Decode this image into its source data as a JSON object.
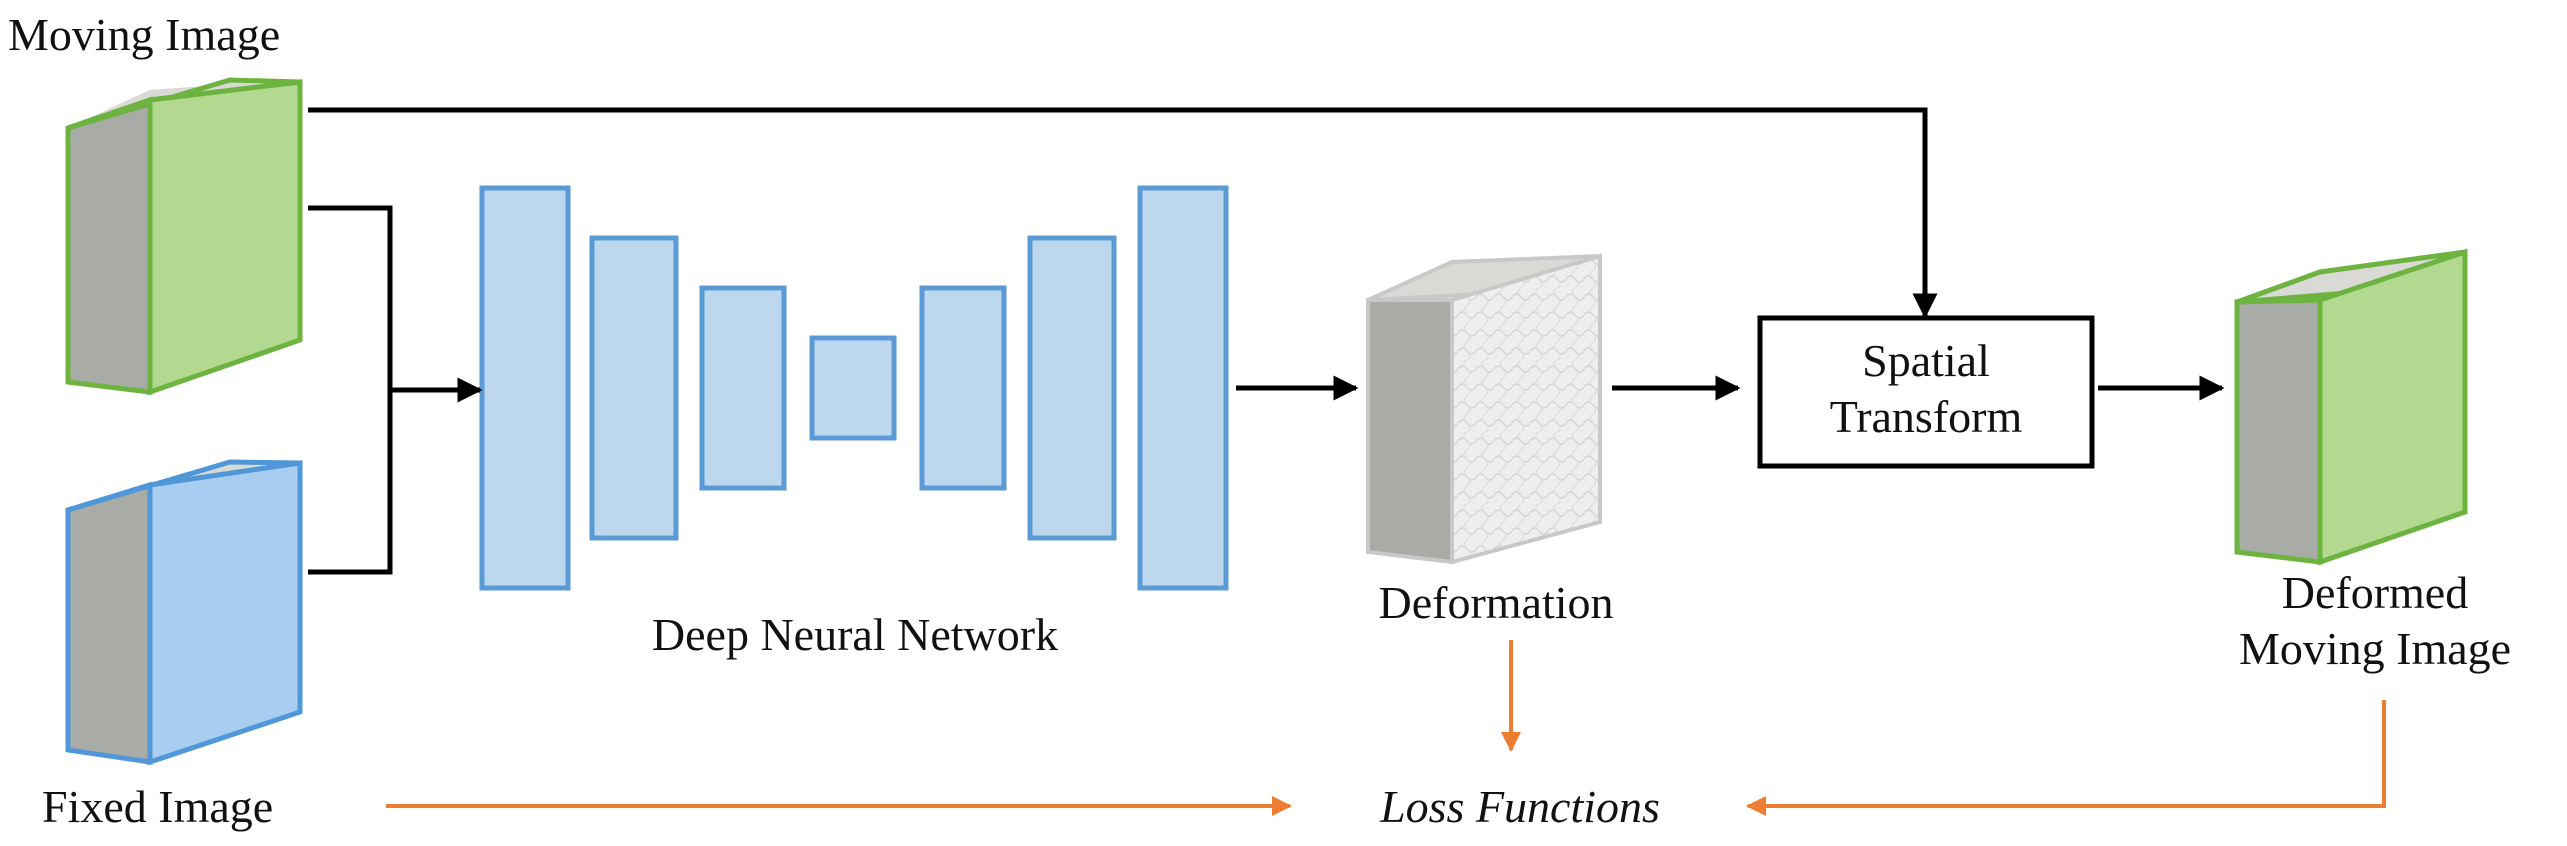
{
  "labels": {
    "moving_image": "Moving Image",
    "fixed_image": "Fixed Image",
    "network": "Deep Neural Network",
    "deformation": "Deformation",
    "spatial_line1": "Spatial",
    "spatial_line2": "Transform",
    "deformed_line1": "Deformed",
    "deformed_line2": "Moving Image",
    "loss": "Loss Functions"
  },
  "colors": {
    "green_face": "#b2d98f",
    "green_edge": "#6db33f",
    "blue_face": "#a8cdf0",
    "blue_edge": "#4f97d8",
    "gray_side": "#a9aca6",
    "gray_top": "#d9dad6",
    "layer_fill": "#bdd7ee",
    "layer_stroke": "#5b9bd5",
    "orange": "#ed7d31",
    "black": "#000000"
  }
}
